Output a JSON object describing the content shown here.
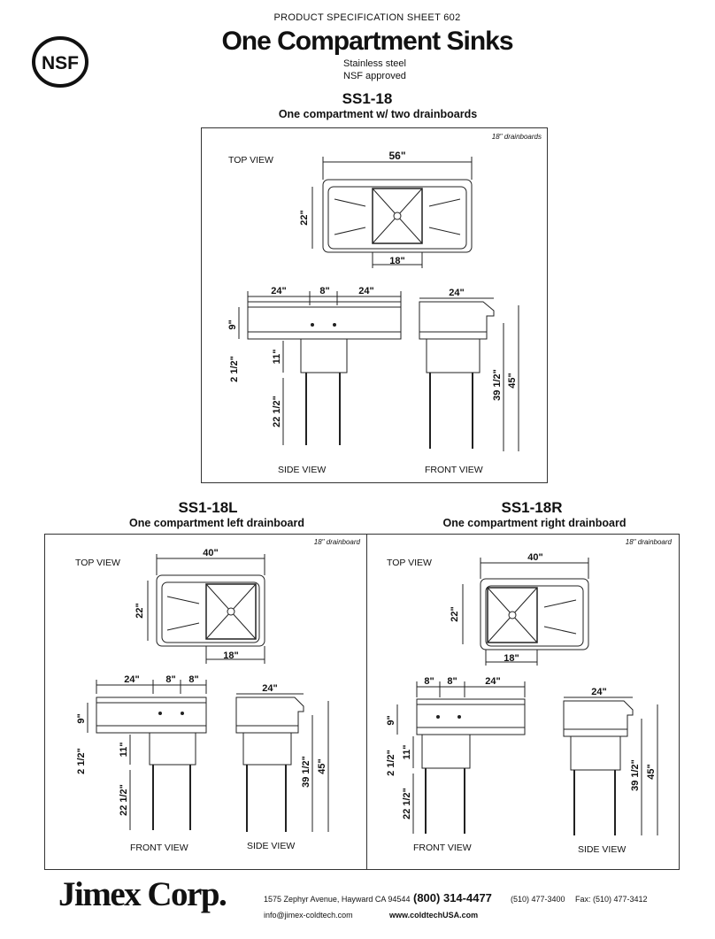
{
  "header": {
    "sheet_label": "PRODUCT SPECIFICATION SHEET 602",
    "title": "One Compartment Sinks",
    "line1": "Stainless steel",
    "line2": "NSF approved",
    "logo_text": "NSF"
  },
  "sections": {
    "ss1_18": {
      "model": "SS1-18",
      "description": "One compartment w/ two drainboards",
      "drainboard_note": "18\" drainboards",
      "top_view_label": "TOP VIEW",
      "side_view_label": "SIDE VIEW",
      "front_view_label": "FRONT VIEW",
      "dims": {
        "width": "56\"",
        "depth": "22\"",
        "bowl": "18\"",
        "left": "24\"",
        "mid": "8\"",
        "right": "24\"",
        "splash": "9\"",
        "front_width": "24\"",
        "rim": "2 1/2\"",
        "bowl_depth": "11\"",
        "leg": "22 1/2\"",
        "work_height": "39 1/2\"",
        "total_height": "45\""
      }
    },
    "ss1_18l": {
      "model": "SS1-18L",
      "description": "One compartment left drainboard",
      "drainboard_note": "18\" drainboard",
      "top_view_label": "TOP VIEW",
      "side_view_label": "SIDE VIEW",
      "front_view_label": "FRONT VIEW",
      "dims": {
        "width": "40\"",
        "depth": "22\"",
        "bowl": "18\"",
        "left": "24\"",
        "mid1": "8\"",
        "mid2": "8\"",
        "splash": "9\"",
        "front_width": "24\"",
        "rim": "2 1/2\"",
        "bowl_depth": "11\"",
        "leg": "22 1/2\"",
        "work_height": "39 1/2\"",
        "total_height": "45\""
      }
    },
    "ss1_18r": {
      "model": "SS1-18R",
      "description": "One compartment right drainboard",
      "drainboard_note": "18\" drainboard",
      "top_view_label": "TOP VIEW",
      "side_view_label": "SIDE VIEW",
      "front_view_label": "FRONT VIEW",
      "dims": {
        "width": "40\"",
        "depth": "22\"",
        "bowl": "18\"",
        "mid1": "8\"",
        "mid2": "8\"",
        "right": "24\"",
        "splash": "9\"",
        "front_width": "24\"",
        "rim": "2 1/2\"",
        "bowl_depth": "11\"",
        "leg": "22 1/2\"",
        "work_height": "39 1/2\"",
        "total_height": "45\""
      }
    }
  },
  "footer": {
    "company": "Jimex Corp.",
    "address": "1575 Zephyr Avenue, Hayward CA 94544",
    "phone_main": "(800) 314-4477",
    "phone_local": "(510) 477-3400",
    "fax": "Fax: (510) 477-3412",
    "email": "info@jimex-coldtech.com",
    "website": "www.coldtechUSA.com"
  }
}
